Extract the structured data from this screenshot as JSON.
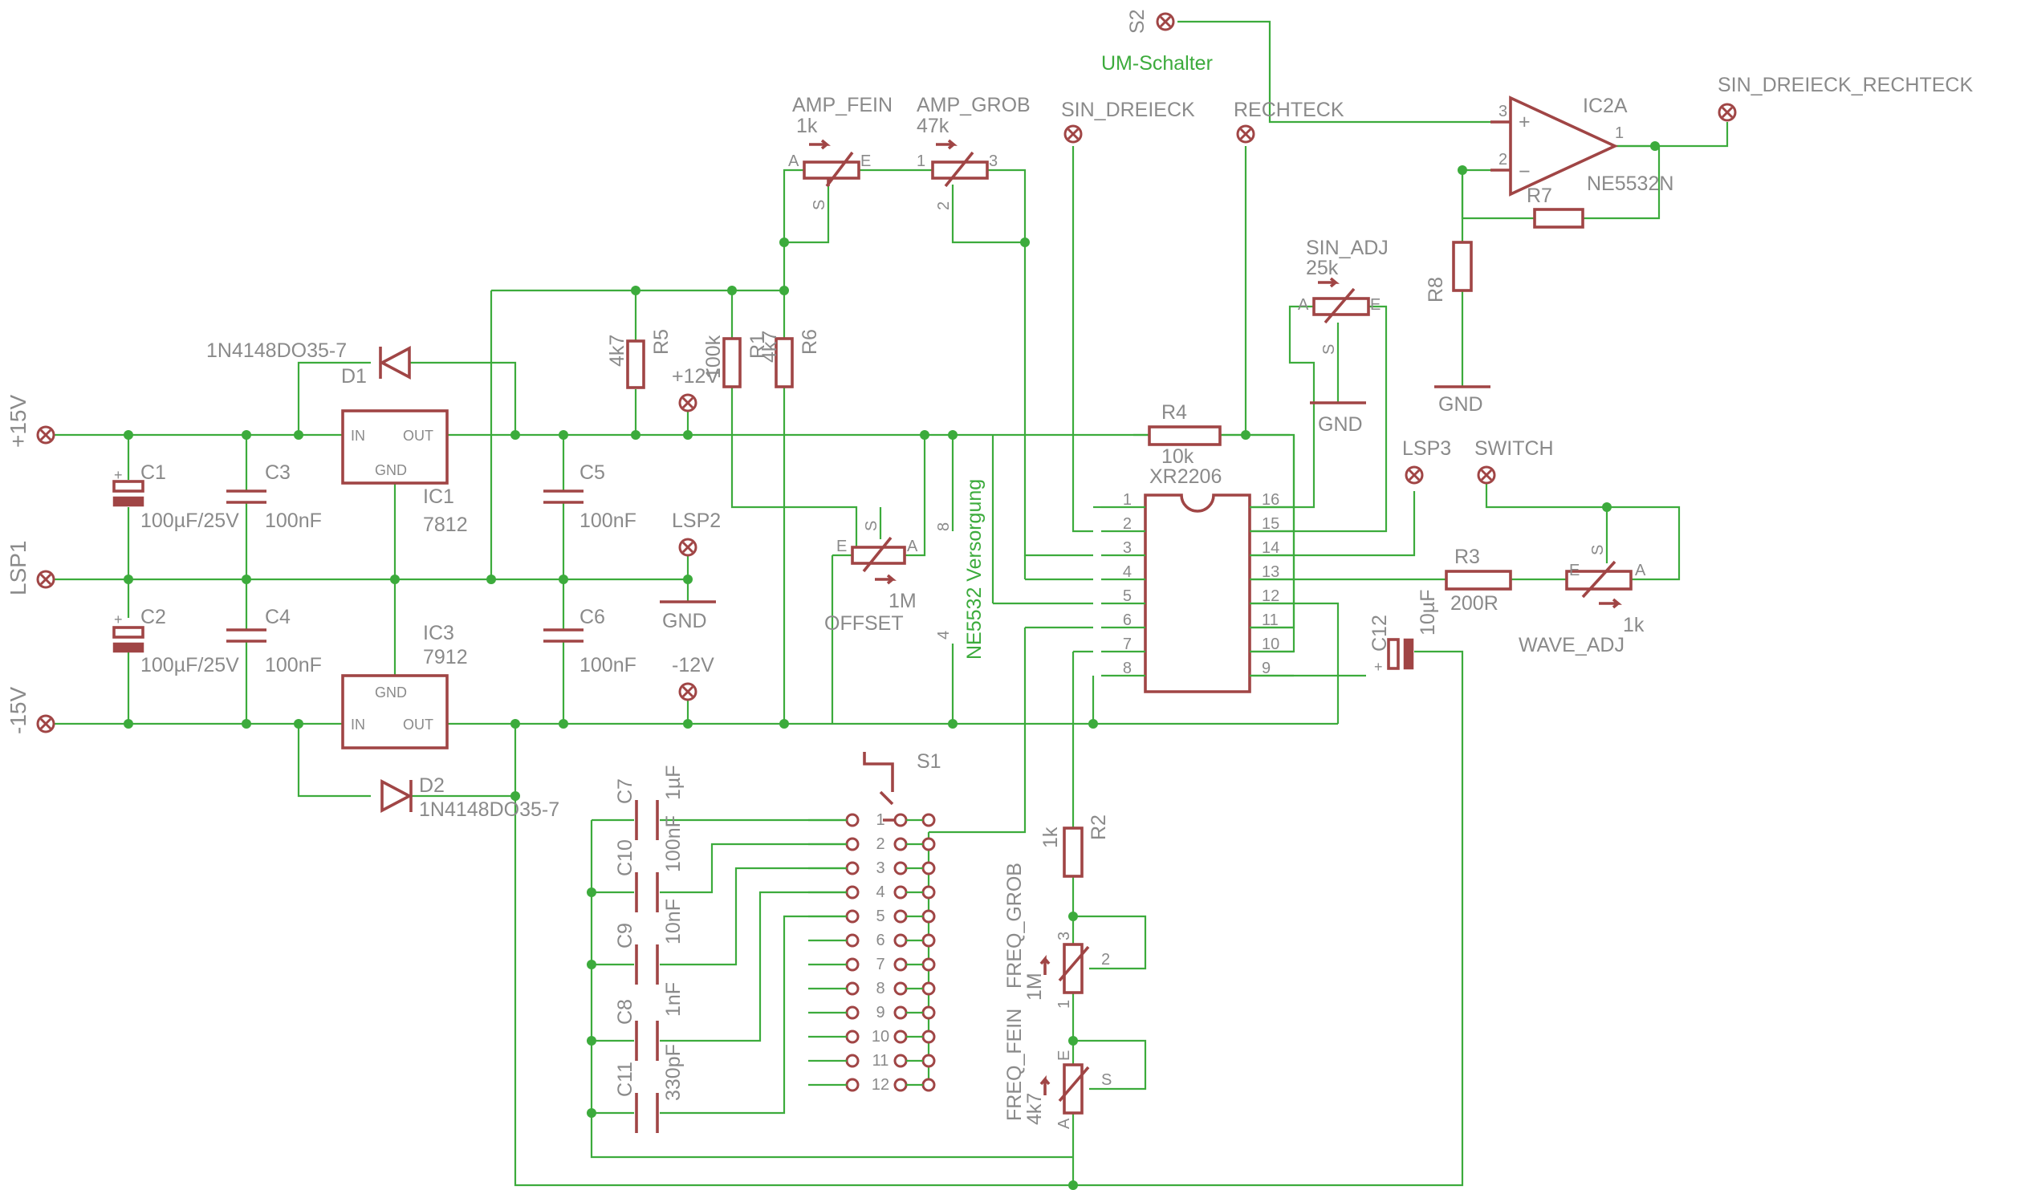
{
  "colors": {
    "wire": "#3cab3c",
    "component": "#a04545",
    "label": "#8a8a8a",
    "net_label": "#3cab3c"
  },
  "labels": {
    "plus15": "+15V",
    "lsp1": "LSP1",
    "minus15": "-15V",
    "c1": "C1",
    "c1_val": "100µF/25V",
    "c2": "C2",
    "c2_val": "100µF/25V",
    "c3": "C3",
    "c3_val": "100nF",
    "c4": "C4",
    "c4_val": "100nF",
    "d1": "D1",
    "d1_val": "1N4148DO35-7",
    "d2": "D2",
    "d2_val": "1N4148DO35-7",
    "ic1": "IC1",
    "ic1_val": "7812",
    "ic3": "IC3",
    "ic3_val": "7912",
    "pin_in": "IN",
    "pin_out": "OUT",
    "pin_gnd": "GND",
    "c5": "C5",
    "c5_val": "100nF",
    "c6": "C6",
    "c6_val": "100nF",
    "lsp2": "LSP2",
    "gnd": "GND",
    "plus12": "+12V",
    "minus12": "-12V",
    "r5": "R5",
    "r5_val": "4k7",
    "r1": "R1",
    "r1_val": "100k",
    "r6": "R6",
    "r6_val": "4k7",
    "amp_fein": "AMP_FEIN",
    "amp_fein_val": "1k",
    "amp_grob": "AMP_GROB",
    "amp_grob_val": "47k",
    "offset": "OFFSET",
    "offset_val": "1M",
    "ne_pin8": "8",
    "ne_pin4": "4",
    "ne_vers": "NE5532 Versorgung",
    "s2": "S2",
    "um_schalter": "UM-Schalter",
    "sin_dreieck": "SIN_DREIECK",
    "rechteck": "RECHTECK",
    "sin_dreieck_rechteck": "SIN_DREIECK_RECHTECK",
    "ic2a": "IC2A",
    "ne5532n": "NE5532N",
    "r7": "R7",
    "r8": "R8",
    "sin_adj": "SIN_ADJ",
    "sin_adj_val": "25k",
    "r4": "R4",
    "r4_val": "10k",
    "xr2206": "XR2206",
    "lsp3": "LSP3",
    "switch": "SWITCH",
    "r3": "R3",
    "r3_val": "200R",
    "wave_adj": "WAVE_ADJ",
    "wave_adj_val": "1k",
    "c12": "C12",
    "c12_val": "10µF",
    "s1": "S1",
    "c7": "C7",
    "c7_val": "1µF",
    "c10": "C10",
    "c10_val": "100nF",
    "c9": "C9",
    "c9_val": "10nF",
    "c8": "C8",
    "c8_val": "1nF",
    "c11": "C11",
    "c11_val": "330pF",
    "r2": "R2",
    "r2_val": "1k",
    "freq_grob": "FREQ_GROB",
    "freq_grob_val": "1M",
    "freq_fein": "FREQ_FEIN",
    "freq_fein_val": "4k7",
    "pA": "A",
    "pE": "E",
    "pS": "S",
    "p1": "1",
    "p2": "2",
    "p3": "3",
    "plus": "+",
    "minus": "−"
  },
  "xr_pins_left": [
    "1",
    "2",
    "3",
    "4",
    "5",
    "6",
    "7",
    "8"
  ],
  "xr_pins_right": [
    "16",
    "15",
    "14",
    "13",
    "12",
    "11",
    "10",
    "9"
  ],
  "s1_positions": [
    "1",
    "2",
    "3",
    "4",
    "5",
    "6",
    "7",
    "8",
    "9",
    "10",
    "11",
    "12"
  ]
}
